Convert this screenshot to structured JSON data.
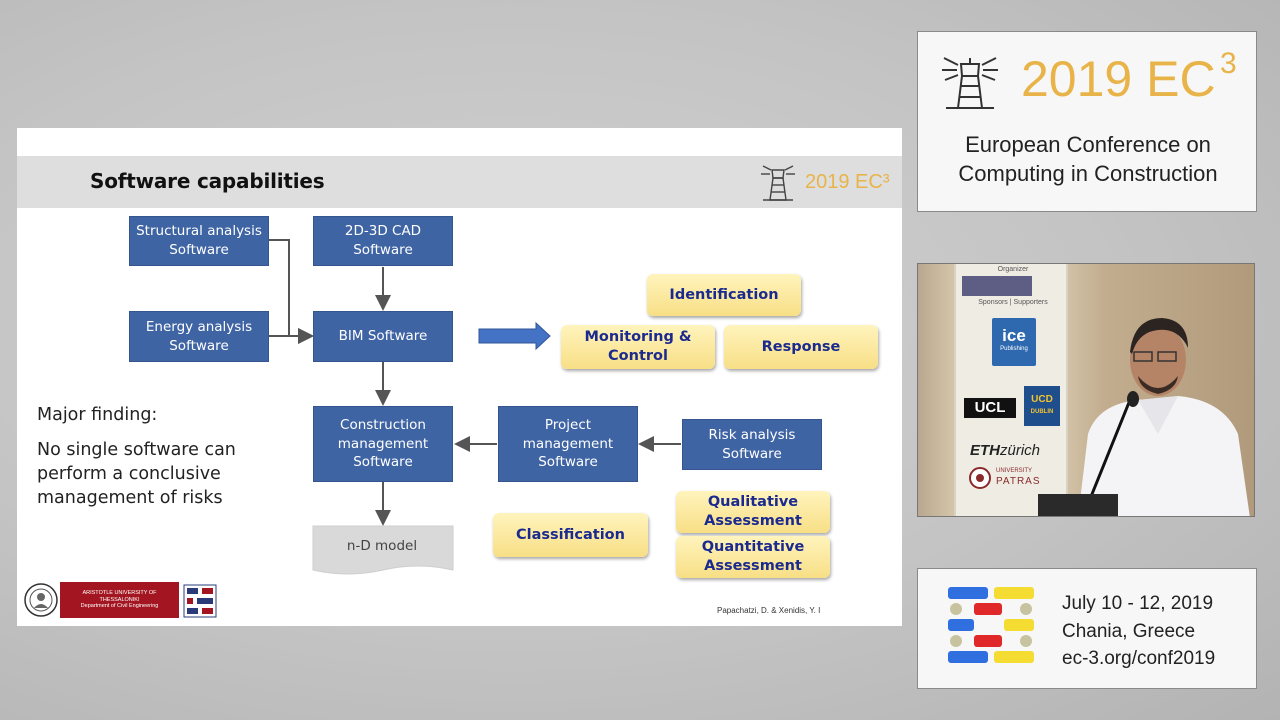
{
  "slide": {
    "title": "Software capabilities",
    "logo_text": "2019 EC³",
    "boxes": {
      "structural": [
        "Structural analysis",
        "Software"
      ],
      "cad": [
        "2D-3D CAD",
        "Software"
      ],
      "energy": [
        "Energy analysis",
        "Software"
      ],
      "bim": "BIM Software",
      "construction": [
        "Construction",
        "management",
        "Software"
      ],
      "project": [
        "Project",
        "management",
        "Software"
      ],
      "risk": [
        "Risk analysis",
        "Software"
      ]
    },
    "gold": {
      "identification": "Identification",
      "monitoring": [
        "Monitoring &",
        "Control"
      ],
      "response": "Response",
      "classification": "Classification",
      "qualitative": [
        "Qualitative",
        "Assessment"
      ],
      "quantitative": [
        "Quantitative",
        "Assessment"
      ]
    },
    "nd_model": "n-D model",
    "finding_title": "Major finding:",
    "finding_text": "No single software can perform a conclusive management of risks",
    "university": [
      "ARISTOTLE UNIVERSITY OF",
      "THESSALONIKI",
      "Department of Civil Engineering"
    ],
    "citation": "Papachatzi, D. & Xenidis, Y.  I"
  },
  "conference": {
    "year": "2019 EC",
    "sup": "3",
    "name_line1": "European Conference on",
    "name_line2": "Computing in Construction"
  },
  "video": {
    "banner": [
      "Organizer",
      "Sponsors | Supporters"
    ],
    "logos": [
      "ice",
      "Publishing",
      "UCL",
      "UCD",
      "DUBLIN",
      "ETH",
      "zürich",
      "UNIVERSITY",
      "PATRAS"
    ]
  },
  "event": {
    "dates": "July 10 - 12, 2019",
    "location": "Chania, Greece",
    "url": "ec-3.org/conf2019"
  },
  "colors": {
    "accent": "#e8b44a",
    "box_blue": "#3f64a4",
    "gold_text": "#1b2a8f",
    "arrow": "#555555"
  }
}
